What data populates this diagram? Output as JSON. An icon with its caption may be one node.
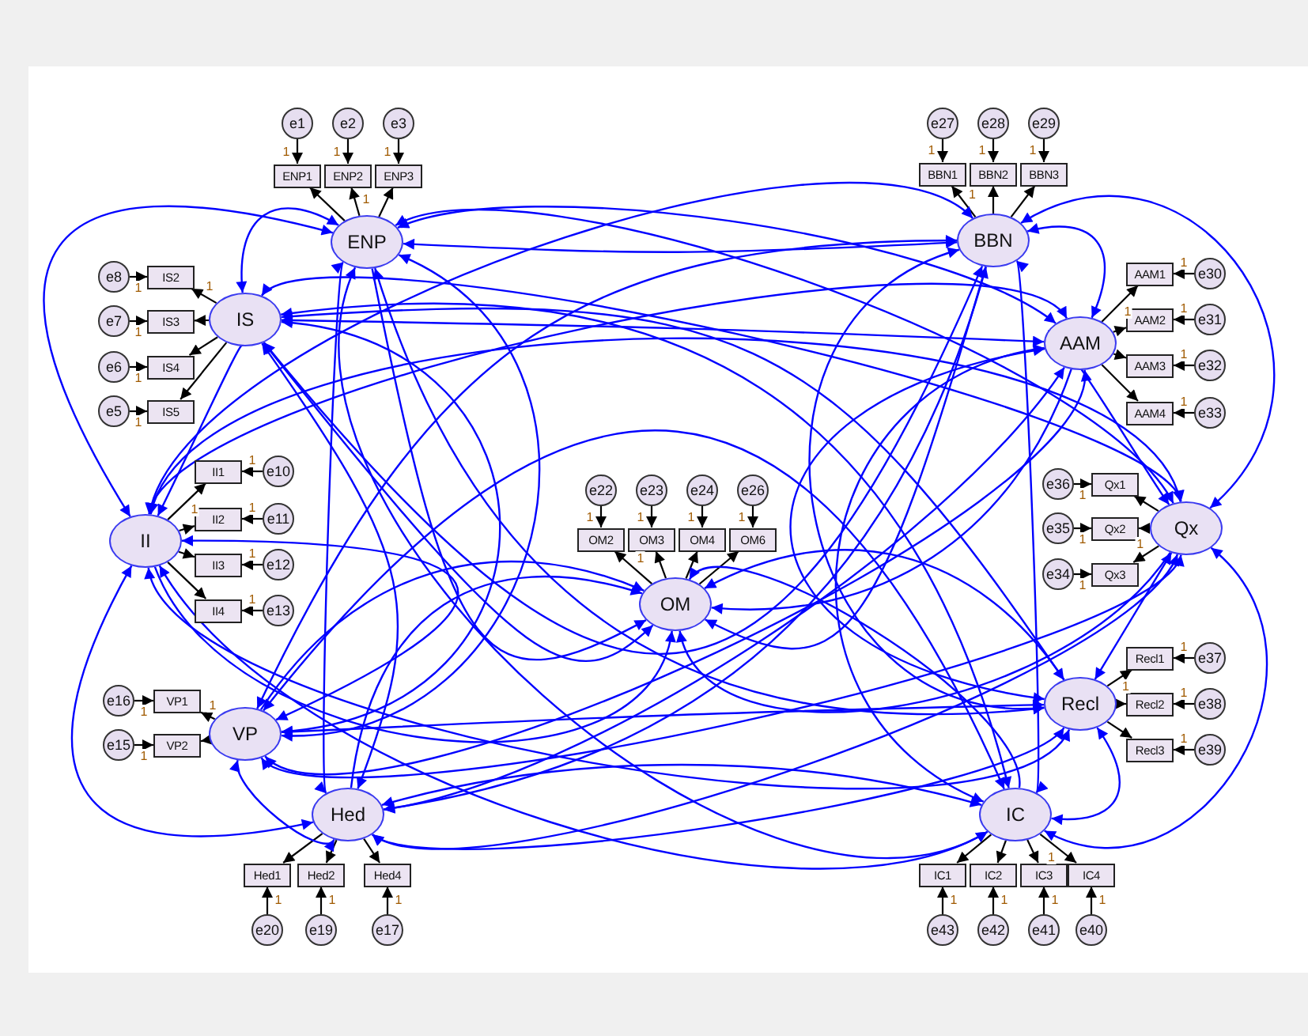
{
  "diagram": {
    "nodes": [
      {
        "text": [
          "ENP"
        ]
      },
      {
        "text": [
          "BBN"
        ]
      },
      {
        "text": [
          "IS"
        ]
      },
      {
        "text": [
          "AAM"
        ]
      },
      {
        "text": [
          "II"
        ]
      },
      {
        "text": [
          "Qx"
        ]
      },
      {
        "text": [
          "OM"
        ]
      },
      {
        "text": [
          "VP"
        ]
      },
      {
        "text": [
          "Recl"
        ]
      },
      {
        "text": [
          "Hed"
        ]
      },
      {
        "text": [
          "IC"
        ]
      },
      {
        "text": [
          "ENP1"
        ]
      },
      {
        "text": [
          "ENP2"
        ]
      },
      {
        "text": [
          "ENP3"
        ]
      },
      {
        "text": [
          "e1"
        ]
      },
      {
        "text": [
          "e2"
        ]
      },
      {
        "text": [
          "e3"
        ]
      },
      {
        "text": [
          "BBN1"
        ]
      },
      {
        "text": [
          "BBN2"
        ]
      },
      {
        "text": [
          "BBN3"
        ]
      },
      {
        "text": [
          "e27"
        ]
      },
      {
        "text": [
          "e28"
        ]
      },
      {
        "text": [
          "e29"
        ]
      },
      {
        "text": [
          "IS2"
        ]
      },
      {
        "text": [
          "IS3"
        ]
      },
      {
        "text": [
          "IS4"
        ]
      },
      {
        "text": [
          "IS5"
        ]
      },
      {
        "text": [
          "e8"
        ]
      },
      {
        "text": [
          "e7"
        ]
      },
      {
        "text": [
          "e6"
        ]
      },
      {
        "text": [
          "e5"
        ]
      },
      {
        "text": [
          "AAM1"
        ]
      },
      {
        "text": [
          "AAM2"
        ]
      },
      {
        "text": [
          "AAM3"
        ]
      },
      {
        "text": [
          "AAM4"
        ]
      },
      {
        "text": [
          "e30"
        ]
      },
      {
        "text": [
          "e31"
        ]
      },
      {
        "text": [
          "e32"
        ]
      },
      {
        "text": [
          "e33"
        ]
      },
      {
        "text": [
          "II1"
        ]
      },
      {
        "text": [
          "II2"
        ]
      },
      {
        "text": [
          "II3"
        ]
      },
      {
        "text": [
          "II4"
        ]
      },
      {
        "text": [
          "e10"
        ]
      },
      {
        "text": [
          "e11"
        ]
      },
      {
        "text": [
          "e12"
        ]
      },
      {
        "text": [
          "e13"
        ]
      },
      {
        "text": [
          "OM2"
        ]
      },
      {
        "text": [
          "OM3"
        ]
      },
      {
        "text": [
          "OM4"
        ]
      },
      {
        "text": [
          "OM6"
        ]
      },
      {
        "text": [
          "e22"
        ]
      },
      {
        "text": [
          "e23"
        ]
      },
      {
        "text": [
          "e24"
        ]
      },
      {
        "text": [
          "e26"
        ]
      },
      {
        "text": [
          "Qx1"
        ]
      },
      {
        "text": [
          "Qx2"
        ]
      },
      {
        "text": [
          "Qx3"
        ]
      },
      {
        "text": [
          "e36"
        ]
      },
      {
        "text": [
          "e35"
        ]
      },
      {
        "text": [
          "e34"
        ]
      },
      {
        "text": [
          "VP1"
        ]
      },
      {
        "text": [
          "VP2"
        ]
      },
      {
        "text": [
          "e16"
        ]
      },
      {
        "text": [
          "e15"
        ]
      },
      {
        "text": [
          "Recl1"
        ]
      },
      {
        "text": [
          "Recl2"
        ]
      },
      {
        "text": [
          "Recl3"
        ]
      },
      {
        "text": [
          "e37"
        ]
      },
      {
        "text": [
          "e38"
        ]
      },
      {
        "text": [
          "e39"
        ]
      },
      {
        "text": [
          "Hed1"
        ]
      },
      {
        "text": [
          "Hed2"
        ]
      },
      {
        "text": [
          "Hed4"
        ]
      },
      {
        "text": [
          "e20"
        ]
      },
      {
        "text": [
          "e19"
        ]
      },
      {
        "text": [
          "e17"
        ]
      },
      {
        "text": [
          "IC1"
        ]
      },
      {
        "text": [
          "IC2"
        ]
      },
      {
        "text": [
          "IC3"
        ]
      },
      {
        "text": [
          "IC4"
        ]
      },
      {
        "text": [
          "e43"
        ]
      },
      {
        "text": [
          "e42"
        ]
      },
      {
        "text": [
          "e41"
        ]
      },
      {
        "text": [
          "e40"
        ]
      }
    ],
    "edges": [
      {
        "from": 14,
        "to": 11,
        "arrow": "to",
        "label": "1"
      },
      {
        "from": 15,
        "to": 12,
        "arrow": "to",
        "label": "1"
      },
      {
        "from": 16,
        "to": 13,
        "arrow": "to",
        "label": "1"
      },
      {
        "from": 0,
        "to": 11,
        "arrow": "to"
      },
      {
        "from": 0,
        "to": 12,
        "arrow": "to",
        "label": "1"
      },
      {
        "from": 0,
        "to": 13,
        "arrow": "to"
      },
      {
        "from": 20,
        "to": 17,
        "arrow": "to",
        "label": "1"
      },
      {
        "from": 21,
        "to": 18,
        "arrow": "to",
        "label": "1"
      },
      {
        "from": 22,
        "to": 19,
        "arrow": "to",
        "label": "1"
      },
      {
        "from": 1,
        "to": 17,
        "arrow": "to",
        "label": "1"
      },
      {
        "from": 1,
        "to": 18,
        "arrow": "to"
      },
      {
        "from": 1,
        "to": 19,
        "arrow": "to"
      },
      {
        "from": 27,
        "to": 23,
        "arrow": "to",
        "label": "1"
      },
      {
        "from": 28,
        "to": 24,
        "arrow": "to",
        "label": "1"
      },
      {
        "from": 29,
        "to": 25,
        "arrow": "to",
        "label": "1"
      },
      {
        "from": 30,
        "to": 26,
        "arrow": "to",
        "label": "1"
      },
      {
        "from": 2,
        "to": 23,
        "arrow": "to",
        "label": "1"
      },
      {
        "from": 2,
        "to": 24,
        "arrow": "to"
      },
      {
        "from": 2,
        "to": 25,
        "arrow": "to"
      },
      {
        "from": 2,
        "to": 26,
        "arrow": "to"
      },
      {
        "from": 35,
        "to": 31,
        "arrow": "to",
        "label": "1"
      },
      {
        "from": 36,
        "to": 32,
        "arrow": "to",
        "label": "1"
      },
      {
        "from": 37,
        "to": 33,
        "arrow": "to",
        "label": "1"
      },
      {
        "from": 38,
        "to": 34,
        "arrow": "to",
        "label": "1"
      },
      {
        "from": 3,
        "to": 31,
        "arrow": "to",
        "label": "1"
      },
      {
        "from": 3,
        "to": 32,
        "arrow": "to"
      },
      {
        "from": 3,
        "to": 33,
        "arrow": "to"
      },
      {
        "from": 3,
        "to": 34,
        "arrow": "to"
      },
      {
        "from": 43,
        "to": 39,
        "arrow": "to",
        "label": "1"
      },
      {
        "from": 44,
        "to": 40,
        "arrow": "to",
        "label": "1"
      },
      {
        "from": 45,
        "to": 41,
        "arrow": "to",
        "label": "1"
      },
      {
        "from": 46,
        "to": 42,
        "arrow": "to",
        "label": "1"
      },
      {
        "from": 4,
        "to": 39,
        "arrow": "to",
        "label": "1"
      },
      {
        "from": 4,
        "to": 40,
        "arrow": "to"
      },
      {
        "from": 4,
        "to": 41,
        "arrow": "to"
      },
      {
        "from": 4,
        "to": 42,
        "arrow": "to"
      },
      {
        "from": 51,
        "to": 47,
        "arrow": "to",
        "label": "1"
      },
      {
        "from": 52,
        "to": 48,
        "arrow": "to",
        "label": "1"
      },
      {
        "from": 53,
        "to": 49,
        "arrow": "to",
        "label": "1"
      },
      {
        "from": 54,
        "to": 50,
        "arrow": "to",
        "label": "1"
      },
      {
        "from": 6,
        "to": 47,
        "arrow": "to",
        "label": "1"
      },
      {
        "from": 6,
        "to": 48,
        "arrow": "to"
      },
      {
        "from": 6,
        "to": 49,
        "arrow": "to"
      },
      {
        "from": 6,
        "to": 50,
        "arrow": "to"
      },
      {
        "from": 58,
        "to": 55,
        "arrow": "to",
        "label": "1"
      },
      {
        "from": 59,
        "to": 56,
        "arrow": "to",
        "label": "1"
      },
      {
        "from": 60,
        "to": 57,
        "arrow": "to",
        "label": "1"
      },
      {
        "from": 5,
        "to": 55,
        "arrow": "to"
      },
      {
        "from": 5,
        "to": 56,
        "arrow": "to"
      },
      {
        "from": 5,
        "to": 57,
        "arrow": "to",
        "label": "1"
      },
      {
        "from": 63,
        "to": 61,
        "arrow": "to",
        "label": "1"
      },
      {
        "from": 64,
        "to": 62,
        "arrow": "to",
        "label": "1"
      },
      {
        "from": 7,
        "to": 61,
        "arrow": "to",
        "label": "1"
      },
      {
        "from": 7,
        "to": 62,
        "arrow": "to"
      },
      {
        "from": 68,
        "to": 65,
        "arrow": "to",
        "label": "1"
      },
      {
        "from": 69,
        "to": 66,
        "arrow": "to",
        "label": "1"
      },
      {
        "from": 70,
        "to": 67,
        "arrow": "to",
        "label": "1"
      },
      {
        "from": 8,
        "to": 65,
        "arrow": "to",
        "label": "1"
      },
      {
        "from": 8,
        "to": 66,
        "arrow": "to"
      },
      {
        "from": 8,
        "to": 67,
        "arrow": "to"
      },
      {
        "from": 74,
        "to": 71,
        "arrow": "to",
        "label": "1"
      },
      {
        "from": 75,
        "to": 72,
        "arrow": "to",
        "label": "1"
      },
      {
        "from": 76,
        "to": 73,
        "arrow": "to",
        "label": "1"
      },
      {
        "from": 9,
        "to": 71,
        "arrow": "to"
      },
      {
        "from": 9,
        "to": 72,
        "arrow": "to"
      },
      {
        "from": 9,
        "to": 73,
        "arrow": "to"
      },
      {
        "from": 81,
        "to": 77,
        "arrow": "to",
        "label": "1"
      },
      {
        "from": 82,
        "to": 78,
        "arrow": "to",
        "label": "1"
      },
      {
        "from": 83,
        "to": 79,
        "arrow": "to",
        "label": "1"
      },
      {
        "from": 84,
        "to": 80,
        "arrow": "to",
        "label": "1"
      },
      {
        "from": 10,
        "to": 77,
        "arrow": "to"
      },
      {
        "from": 10,
        "to": 78,
        "arrow": "to"
      },
      {
        "from": 10,
        "to": 79,
        "arrow": "to"
      },
      {
        "from": 10,
        "to": 80,
        "arrow": "to",
        "label": "1"
      },
      {
        "from": 0,
        "to": 6,
        "arrow": "to",
        "color": "#0000ff"
      },
      {
        "from": 1,
        "to": 6,
        "arrow": "to",
        "color": "#0000ff"
      },
      {
        "from": 2,
        "to": 6,
        "arrow": "to",
        "color": "#0000ff"
      },
      {
        "from": 3,
        "to": 6,
        "arrow": "to",
        "color": "#0000ff"
      },
      {
        "from": 4,
        "to": 6,
        "arrow": "to",
        "color": "#0000ff"
      },
      {
        "from": 5,
        "to": 6,
        "arrow": "to",
        "color": "#0000ff"
      },
      {
        "from": 7,
        "to": 6,
        "arrow": "to",
        "color": "#0000ff"
      },
      {
        "from": 8,
        "to": 6,
        "arrow": "to",
        "color": "#0000ff"
      },
      {
        "from": 9,
        "to": 6,
        "arrow": "to",
        "color": "#0000ff"
      },
      {
        "from": 10,
        "to": 6,
        "arrow": "to",
        "color": "#0000ff"
      },
      {
        "from": 0,
        "to": 1,
        "arrow": "both",
        "color": "#0000ff"
      },
      {
        "from": 0,
        "to": 2,
        "arrow": "both",
        "color": "#0000ff"
      },
      {
        "from": 0,
        "to": 3,
        "arrow": "both",
        "color": "#0000ff"
      },
      {
        "from": 0,
        "to": 4,
        "arrow": "both",
        "color": "#0000ff"
      },
      {
        "from": 0,
        "to": 5,
        "arrow": "both",
        "color": "#0000ff"
      },
      {
        "from": 0,
        "to": 7,
        "arrow": "both",
        "color": "#0000ff"
      },
      {
        "from": 0,
        "to": 8,
        "arrow": "both",
        "color": "#0000ff"
      },
      {
        "from": 0,
        "to": 9,
        "arrow": "both",
        "color": "#0000ff"
      },
      {
        "from": 0,
        "to": 10,
        "arrow": "both",
        "color": "#0000ff"
      },
      {
        "from": 1,
        "to": 2,
        "arrow": "both",
        "color": "#0000ff"
      },
      {
        "from": 1,
        "to": 3,
        "arrow": "both",
        "color": "#0000ff"
      },
      {
        "from": 1,
        "to": 4,
        "arrow": "both",
        "color": "#0000ff"
      },
      {
        "from": 1,
        "to": 5,
        "arrow": "both",
        "color": "#0000ff"
      },
      {
        "from": 1,
        "to": 7,
        "arrow": "both",
        "color": "#0000ff"
      },
      {
        "from": 1,
        "to": 8,
        "arrow": "both",
        "color": "#0000ff"
      },
      {
        "from": 1,
        "to": 9,
        "arrow": "both",
        "color": "#0000ff"
      },
      {
        "from": 1,
        "to": 10,
        "arrow": "both",
        "color": "#0000ff"
      },
      {
        "from": 2,
        "to": 3,
        "arrow": "both",
        "color": "#0000ff"
      },
      {
        "from": 2,
        "to": 4,
        "arrow": "both",
        "color": "#0000ff"
      },
      {
        "from": 2,
        "to": 5,
        "arrow": "both",
        "color": "#0000ff"
      },
      {
        "from": 2,
        "to": 7,
        "arrow": "both",
        "color": "#0000ff"
      },
      {
        "from": 2,
        "to": 8,
        "arrow": "both",
        "color": "#0000ff"
      },
      {
        "from": 2,
        "to": 9,
        "arrow": "both",
        "color": "#0000ff"
      },
      {
        "from": 2,
        "to": 10,
        "arrow": "both",
        "color": "#0000ff"
      },
      {
        "from": 3,
        "to": 4,
        "arrow": "both",
        "color": "#0000ff"
      },
      {
        "from": 3,
        "to": 5,
        "arrow": "both",
        "color": "#0000ff"
      },
      {
        "from": 3,
        "to": 7,
        "arrow": "both",
        "color": "#0000ff"
      },
      {
        "from": 3,
        "to": 8,
        "arrow": "both",
        "color": "#0000ff"
      },
      {
        "from": 3,
        "to": 9,
        "arrow": "both",
        "color": "#0000ff"
      },
      {
        "from": 3,
        "to": 10,
        "arrow": "both",
        "color": "#0000ff"
      },
      {
        "from": 4,
        "to": 5,
        "arrow": "both",
        "color": "#0000ff"
      },
      {
        "from": 4,
        "to": 7,
        "arrow": "both",
        "color": "#0000ff"
      },
      {
        "from": 4,
        "to": 8,
        "arrow": "both",
        "color": "#0000ff"
      },
      {
        "from": 4,
        "to": 9,
        "arrow": "both",
        "color": "#0000ff"
      },
      {
        "from": 4,
        "to": 10,
        "arrow": "both",
        "color": "#0000ff"
      },
      {
        "from": 5,
        "to": 7,
        "arrow": "both",
        "color": "#0000ff"
      },
      {
        "from": 5,
        "to": 8,
        "arrow": "both",
        "color": "#0000ff"
      },
      {
        "from": 5,
        "to": 9,
        "arrow": "both",
        "color": "#0000ff"
      },
      {
        "from": 5,
        "to": 10,
        "arrow": "both",
        "color": "#0000ff"
      },
      {
        "from": 7,
        "to": 8,
        "arrow": "both",
        "color": "#0000ff"
      },
      {
        "from": 7,
        "to": 9,
        "arrow": "both",
        "color": "#0000ff"
      },
      {
        "from": 7,
        "to": 10,
        "arrow": "both",
        "color": "#0000ff"
      },
      {
        "from": 8,
        "to": 9,
        "arrow": "both",
        "color": "#0000ff"
      },
      {
        "from": 8,
        "to": 10,
        "arrow": "both",
        "color": "#0000ff"
      },
      {
        "from": 9,
        "to": 10,
        "arrow": "both",
        "color": "#0000ff"
      }
    ]
  }
}
